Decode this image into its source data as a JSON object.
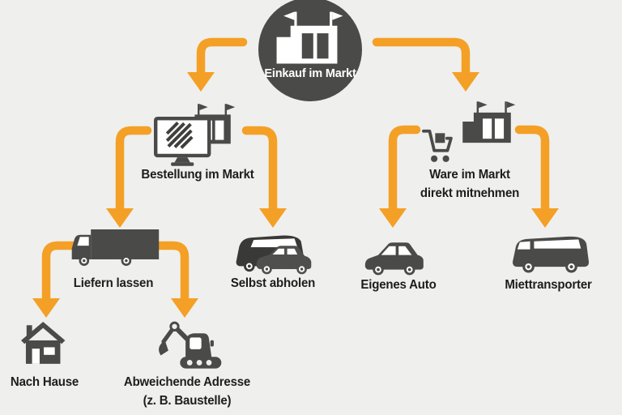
{
  "palette": {
    "background": "#efefed",
    "arrow_orange": "#f4a026",
    "icon_dark_gray": "#4a4a48",
    "icon_charcoal": "#393937",
    "icon_mid_gray": "#4f4f4d",
    "text_color": "#1d1d1b",
    "root_text_color": "#ffffff"
  },
  "diagram": {
    "root": {
      "id": "einkauf-im-markt",
      "label": "Einkauf im Markt",
      "icon": "store-icon"
    },
    "level1": [
      {
        "id": "bestellung-im-markt",
        "label": "Bestellung im Markt",
        "icon": "monitor-store-icon",
        "parent": "einkauf-im-markt"
      },
      {
        "id": "ware-im-markt",
        "label_line1": "Ware im Markt",
        "label_line2": "direkt mitnehmen",
        "icon": "cart-store-icon",
        "parent": "einkauf-im-markt"
      }
    ],
    "level2": [
      {
        "id": "liefern-lassen",
        "label": "Liefern lassen",
        "icon": "delivery-truck-icon",
        "parent": "bestellung-im-markt"
      },
      {
        "id": "selbst-abholen",
        "label": "Selbst abholen",
        "icon": "van-and-car-icon",
        "parent": "bestellung-im-markt"
      },
      {
        "id": "eigenes-auto",
        "label": "Eigenes Auto",
        "icon": "car-icon",
        "parent": "ware-im-markt"
      },
      {
        "id": "miettransporter",
        "label": "Miettransporter",
        "icon": "van-icon",
        "parent": "ware-im-markt"
      }
    ],
    "level3": [
      {
        "id": "nach-hause",
        "label": "Nach Hause",
        "icon": "house-icon",
        "parent": "liefern-lassen"
      },
      {
        "id": "abweichende-adresse",
        "label_line1": "Abweichende Adresse",
        "label_line2": "(z. B. Baustelle)",
        "icon": "excavator-icon",
        "parent": "liefern-lassen"
      }
    ]
  }
}
